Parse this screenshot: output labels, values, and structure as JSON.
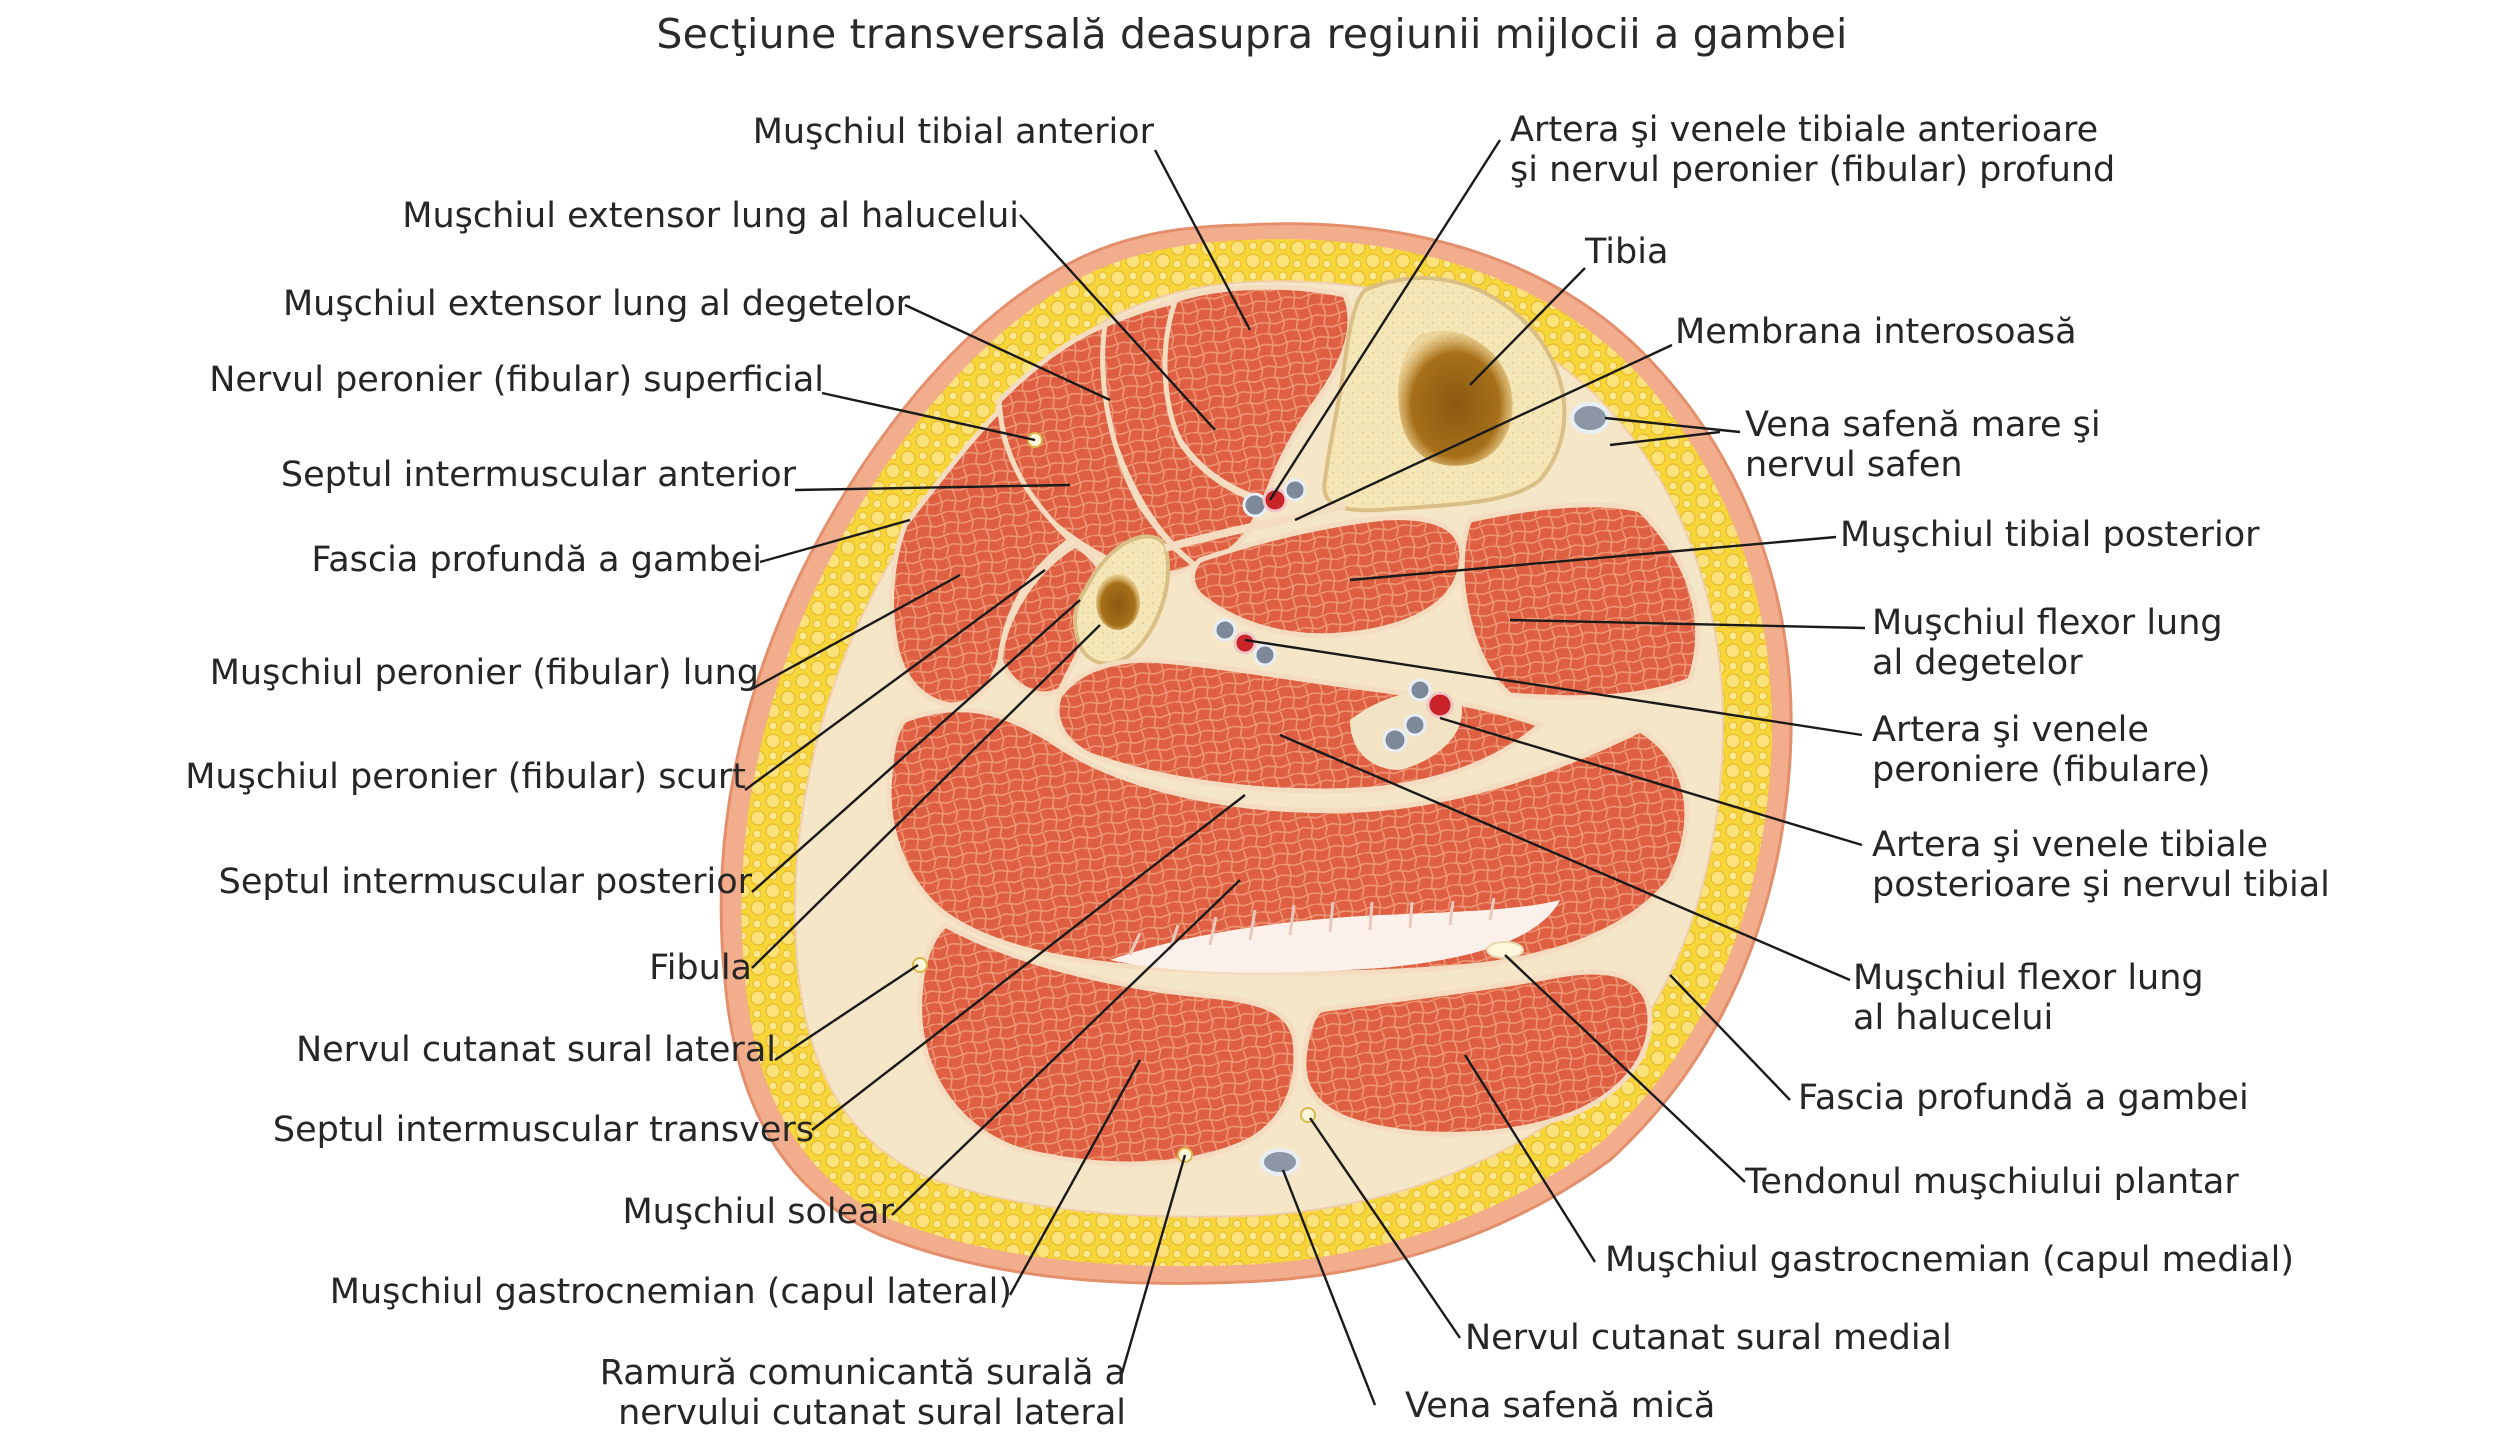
{
  "title": "Secţiune transversală deasupra regiunii mijlocii a gambei",
  "colors": {
    "skin": "#f2ae8c",
    "fat": "#f7d63a",
    "fat_globule": "#fbe576",
    "muscle": "#de5f41",
    "muscle_grid": "#f2a283",
    "fascia": "#f5e6c8",
    "bone": "#f5e6b7",
    "marrow": "#a36b16",
    "artery": "#c8242a",
    "vein": "#6f7a8a",
    "leader_line": "#1a1a1a"
  },
  "labels_left": [
    {
      "id": "tibialis-anterior",
      "text": "Muşchiul tibial anterior"
    },
    {
      "id": "extensor-hallucis",
      "text": "Muşchiul extensor lung al halucelui"
    },
    {
      "id": "extensor-digitorum",
      "text": "Muşchiul extensor lung al degetelor"
    },
    {
      "id": "superficial-peroneal-nerve",
      "text": "Nervul peronier (fibular) superficial"
    },
    {
      "id": "anterior-septum",
      "text": "Septul intermuscular anterior"
    },
    {
      "id": "deep-fascia-left",
      "text": "Fascia profundă a gambei"
    },
    {
      "id": "peroneus-longus",
      "text": "Muşchiul peronier (fibular) lung"
    },
    {
      "id": "peroneus-brevis",
      "text": "Muşchiul peronier (fibular) scurt"
    },
    {
      "id": "posterior-septum",
      "text": "Septul intermuscular posterior"
    },
    {
      "id": "fibula",
      "text": "Fibula"
    },
    {
      "id": "lateral-sural-nerve",
      "text": "Nervul cutanat sural lateral"
    },
    {
      "id": "transverse-septum",
      "text": "Septul intermuscular transvers"
    },
    {
      "id": "soleus",
      "text": "Muşchiul solear"
    },
    {
      "id": "gastrocnemius-lateral",
      "text": "Muşchiul gastrocnemian (capul lateral)"
    },
    {
      "id": "sural-communicating",
      "lines": [
        "Ramură comunicantă surală a",
        "nervului cutanat sural lateral"
      ]
    }
  ],
  "labels_right": [
    {
      "id": "anterior-tibial-vessels",
      "lines": [
        "Artera şi venele tibiale anterioare",
        "şi nervul peronier (fibular) profund"
      ]
    },
    {
      "id": "tibia",
      "text": "Tibia"
    },
    {
      "id": "interosseous-membrane",
      "text": "Membrana interosoasă"
    },
    {
      "id": "great-saphenous",
      "lines": [
        "Vena safenă mare şi",
        "nervul safen"
      ]
    },
    {
      "id": "tibialis-posterior",
      "text": "Muşchiul tibial posterior"
    },
    {
      "id": "flexor-digitorum",
      "lines": [
        "Muşchiul flexor lung",
        "al degetelor"
      ]
    },
    {
      "id": "peroneal-vessels",
      "lines": [
        "Artera şi venele",
        "peroniere (fibulare)"
      ]
    },
    {
      "id": "posterior-tibial-vessels",
      "lines": [
        "Artera şi venele tibiale",
        "posterioare şi nervul tibial"
      ]
    },
    {
      "id": "flexor-hallucis",
      "lines": [
        "Muşchiul flexor lung",
        "al halucelui"
      ]
    },
    {
      "id": "deep-fascia-right",
      "text": "Fascia profundă a gambei"
    },
    {
      "id": "plantaris-tendon",
      "text": "Tendonul muşchiului plantar"
    },
    {
      "id": "gastrocnemius-medial",
      "text": "Muşchiul gastrocnemian (capul medial)"
    },
    {
      "id": "medial-sural-nerve",
      "text": "Nervul cutanat sural medial"
    },
    {
      "id": "small-saphenous",
      "text": "Vena safenă mică"
    }
  ]
}
